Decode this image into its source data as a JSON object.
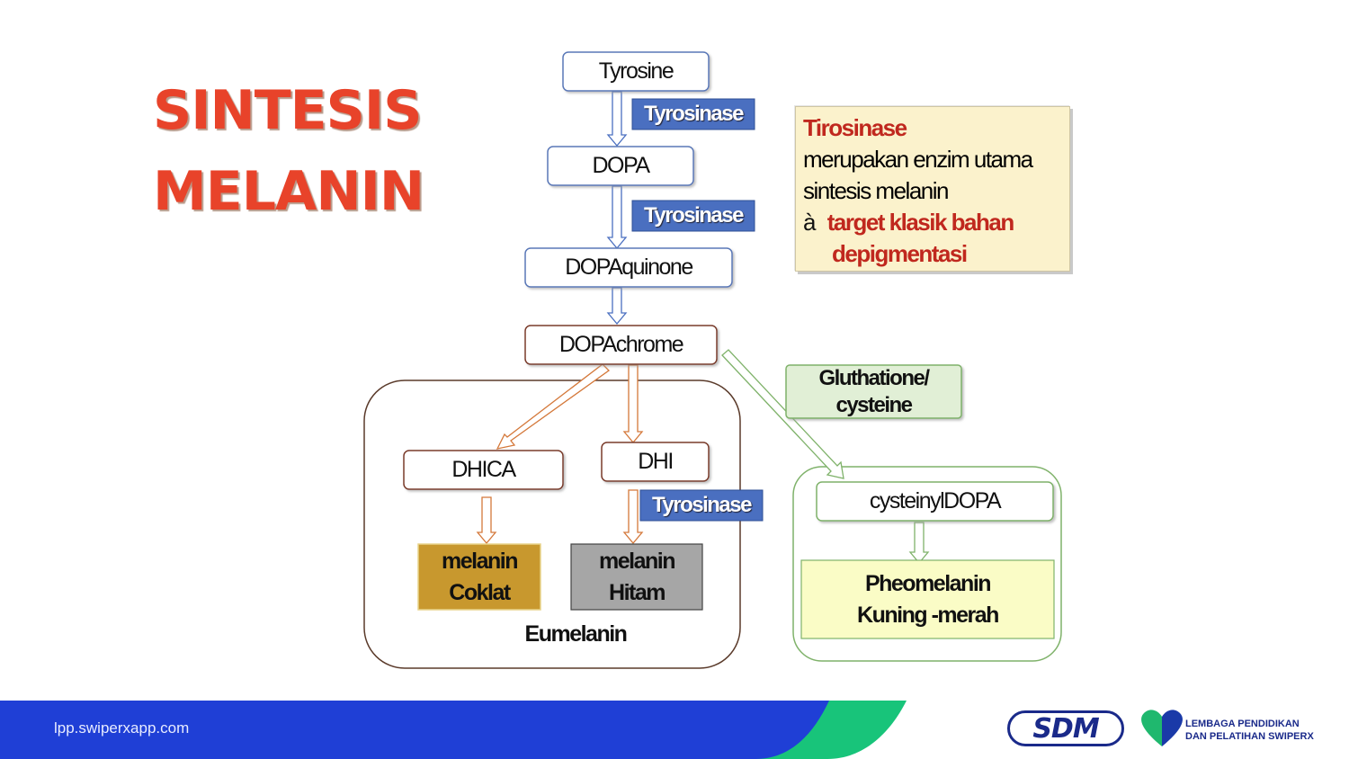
{
  "title": {
    "line1": "SINTESIS",
    "line2": "MELANIN"
  },
  "nodes": {
    "tyrosine": "Tyrosine",
    "dopa": "DOPA",
    "dopaquinone": "DOPAquinone",
    "dopachrome": "DOPAchrome",
    "dhica": "DHICA",
    "dhi": "DHI",
    "cysteinyldopa": "cysteinylDOPA",
    "glutathione_line1": "Gluthatione/",
    "glutathione_line2": "cysteine",
    "melanin_coklat_line1": "melanin",
    "melanin_coklat_line2": "Coklat",
    "melanin_hitam_line1": "melanin",
    "melanin_hitam_line2": "Hitam",
    "eumelanin": "Eumelanin",
    "pheomelanin_line1": "Pheomelanin",
    "pheomelanin_line2": "Kuning -merah"
  },
  "enzymes": {
    "e1": "Tyrosinase",
    "e2": "Tyrosinase",
    "e3": "Tyrosinase"
  },
  "info": {
    "heading": "Tirosinase",
    "line1": "merupakan enzim utama",
    "line2": "sintesis melanin",
    "arrow": "à",
    "target1": "target klasik bahan",
    "target2": "depigmentasi"
  },
  "footer": {
    "url": "lpp.swiperxapp.com",
    "logo": "SDM",
    "brand_line1": "LEMBAGA PENDIDIKAN",
    "brand_line2": "DAN PELATIHAN SWIPERX"
  },
  "colors": {
    "title": "#e8432a",
    "enzyme_bg": "#4a6fc0",
    "coklat": "#c8982e",
    "hitam": "#a6a6a6",
    "pheo": "#fafcc6",
    "glutathione": "#e1efd6",
    "footer_blue": "#1f3fd6",
    "footer_green": "#18c47a"
  }
}
